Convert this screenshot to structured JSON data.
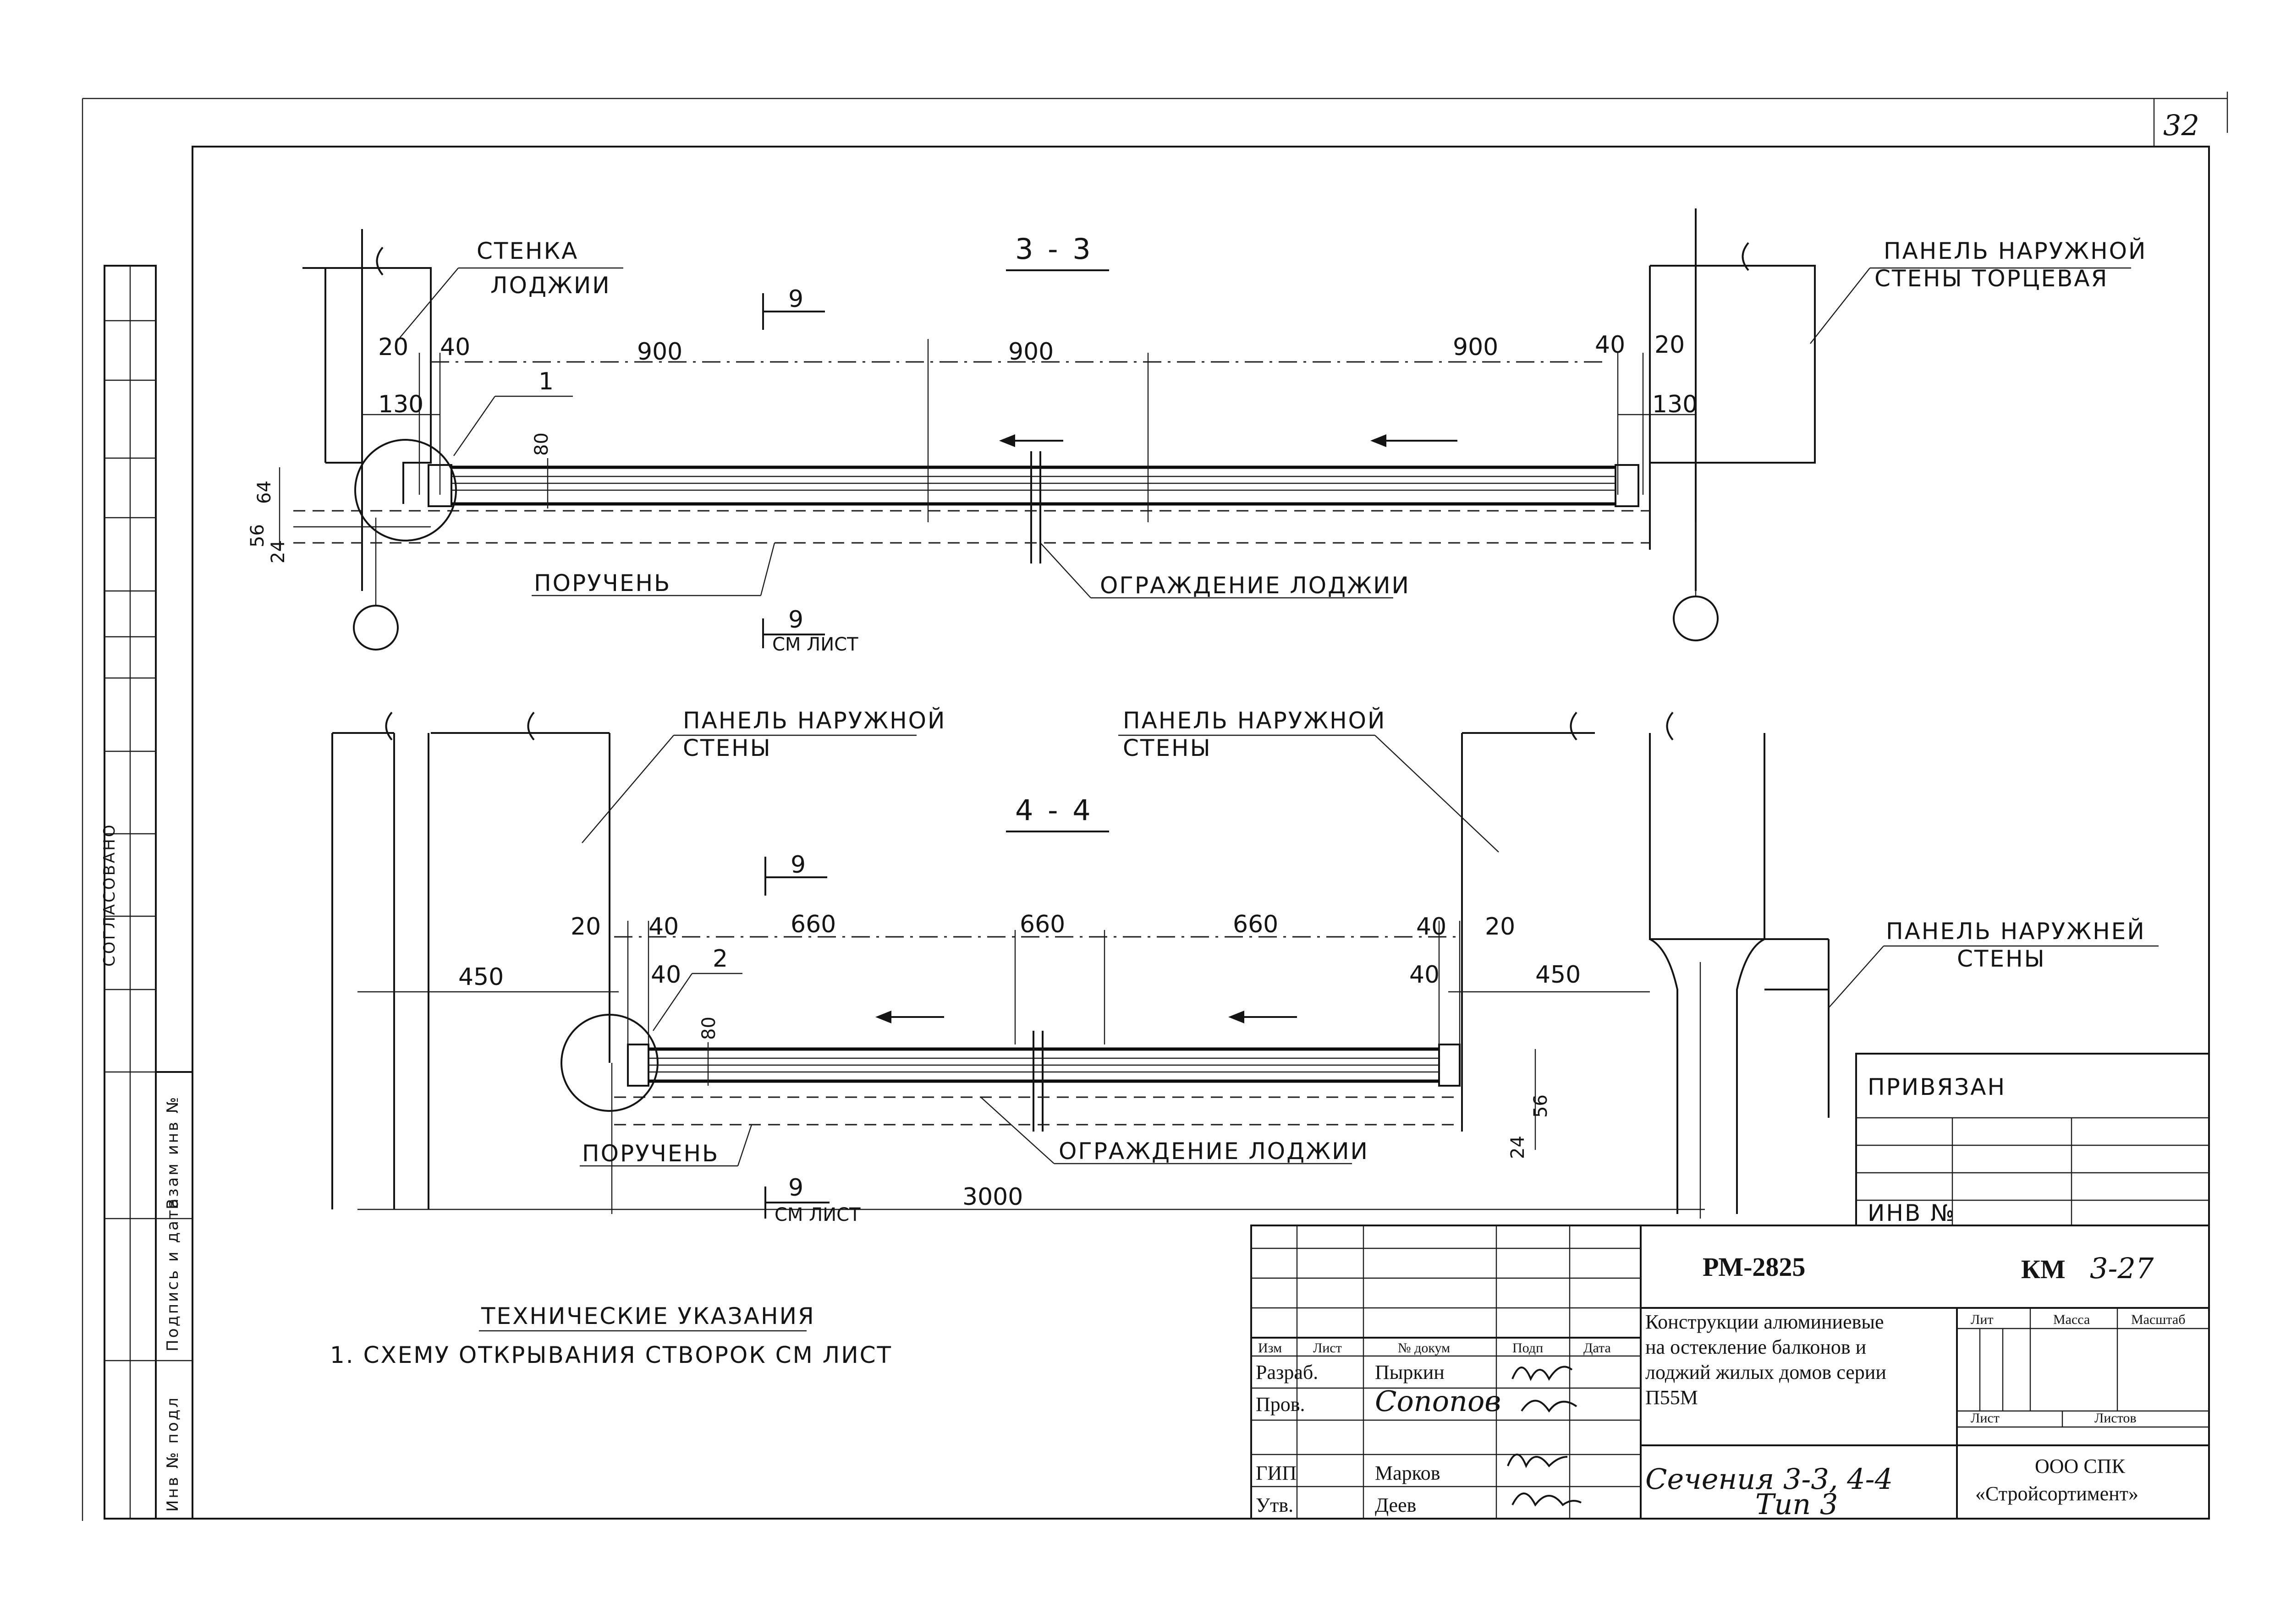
{
  "sheet_number": "32",
  "section_3_3": {
    "title": "3 - 3",
    "wall_left_label_1": "СТЕНКА",
    "wall_left_label_2": "ЛОДЖИИ",
    "wall_right_label_1": "ПАНЕЛЬ НАРУЖНОЙ",
    "wall_right_label_2": "СТЕНЫ ТОРЦЕВАЯ",
    "section_mark_top": "9",
    "section_mark_bottom": "9",
    "see_sheet": "СМ ЛИСТ",
    "callout_number": "1",
    "dim_900_a": "900",
    "dim_900_b": "900",
    "dim_900_c": "900",
    "dim_20_l": "20",
    "dim_40_l": "40",
    "dim_40_r": "40",
    "dim_20_r": "20",
    "dim_130_l": "130",
    "dim_130_r": "130",
    "dim_80": "80",
    "dim_64": "64",
    "dim_56": "56",
    "dim_24": "24",
    "handrail": "ПОРУЧЕНЬ",
    "railing": "ОГРАЖДЕНИЕ ЛОДЖИИ"
  },
  "section_4_4": {
    "title": "4 - 4",
    "panel_left_1": "ПАНЕЛЬ НАРУЖНОЙ",
    "panel_left_2": "СТЕНЫ",
    "panel_mid_1": "ПАНЕЛЬ НАРУЖНОЙ",
    "panel_mid_2": "СТЕНЫ",
    "panel_right_1": "ПАНЕЛЬ НАРУЖНЕЙ",
    "panel_right_2": "СТЕНЫ",
    "section_mark_top": "9",
    "section_mark_bottom": "9",
    "see_sheet": "СМ ЛИСТ",
    "callout_number": "2",
    "dim_20_l": "20",
    "dim_40_l": "40",
    "dim_660_a": "660",
    "dim_660_b": "660",
    "dim_660_c": "660",
    "dim_40_r": "40",
    "dim_20_r": "20",
    "dim_450_l": "450",
    "dim_450_r": "450",
    "dim_40_l2": "40",
    "dim_40_r2": "40",
    "dim_80": "80",
    "dim_56": "56",
    "dim_24": "24",
    "dim_3000": "3000",
    "handrail": "ПОРУЧЕНЬ",
    "railing": "ОГРАЖДЕНИЕ ЛОДЖИИ"
  },
  "notes": {
    "heading": "ТЕХНИЧЕСКИЕ УКАЗАНИЯ",
    "item_1": "1. СХЕМУ ОТКРЫВАНИЯ СТВОРОК СМ ЛИСТ"
  },
  "side_stamp": {
    "agreed": "СОГЛАСОВАНО",
    "replace_inv": "Взам инв №",
    "sign_date": "Подпись и дата",
    "inv_orig": "Инв № подл"
  },
  "tied_block": {
    "tied": "ПРИВЯЗАН",
    "inv_no": "ИНВ №"
  },
  "title_block": {
    "doc_code": "РМ-2825",
    "mark": "КМ",
    "mark_number": "3-27",
    "description": [
      "Конструкции алюминиевые",
      "на остекление балконов и",
      "лоджий жилых домов серии",
      "П55М"
    ],
    "col_izm": "Изм",
    "col_list": "Лист",
    "col_doc": "№ докум",
    "col_sign": "Подп",
    "col_date": "Дата",
    "rows": [
      {
        "role": "Разраб.",
        "name": "Пыркин"
      },
      {
        "role": "Пров.",
        "name": "Сопопов"
      },
      {
        "role": "ГИП",
        "name": "Марков"
      },
      {
        "role": "Утв.",
        "name": "Деев"
      }
    ],
    "lit": "Лит",
    "mass": "Масса",
    "scale": "Масштаб",
    "sheet": "Лист",
    "sheets": "Листов",
    "drawing_title_1": "Сечения 3-3, 4-4",
    "drawing_title_2": "Тип 3",
    "company_1": "ООО СПК",
    "company_2": "«Стройсортимент»"
  }
}
